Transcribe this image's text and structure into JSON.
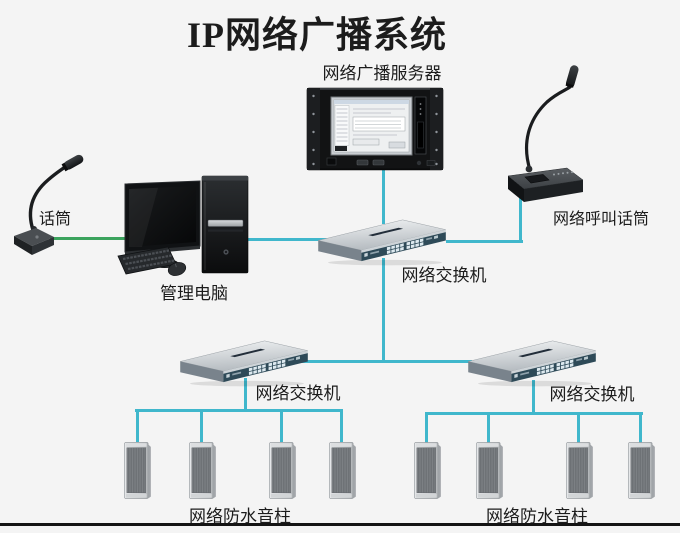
{
  "title": "IP网络广播系统",
  "colors": {
    "bg": "#f4f4f4",
    "cable": "#40b7cc",
    "cableGreen": "#3ba35d",
    "text": "#1c1c1c",
    "borderBottom": "#141414"
  },
  "devices": {
    "server": {
      "label": "网络广播服务器",
      "type": "rack-broadcast-server"
    },
    "desk_mic": {
      "label": "话筒",
      "type": "gooseneck-microphone"
    },
    "admin_pc": {
      "label": "管理电脑",
      "type": "desktop-computer"
    },
    "call_mic": {
      "label": "网络呼叫话筒",
      "type": "network-paging-microphone"
    },
    "main_switch": {
      "label": "网络交换机",
      "type": "16-port-network-switch"
    },
    "left_switch": {
      "label": "网络交换机",
      "type": "16-port-network-switch"
    },
    "right_switch": {
      "label": "网络交换机",
      "type": "16-port-network-switch"
    },
    "left_speakers": {
      "label": "网络防水音柱",
      "count": 4,
      "type": "waterproof-column-speakers"
    },
    "right_speakers": {
      "label": "网络防水音柱",
      "count": 4,
      "type": "waterproof-column-speakers"
    }
  }
}
